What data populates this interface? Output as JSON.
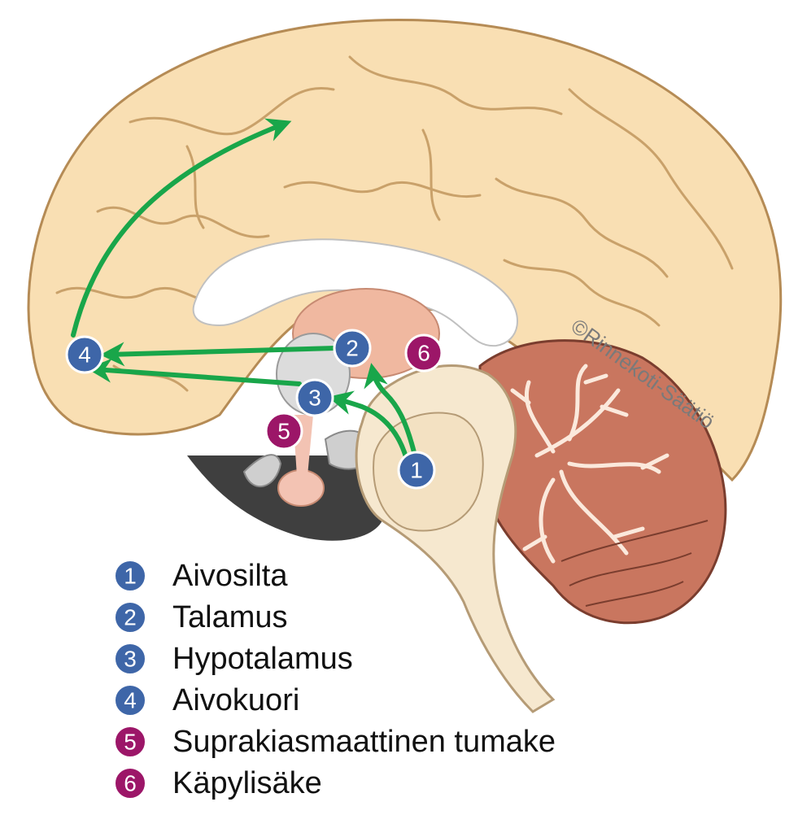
{
  "colors": {
    "blue_marker": "#3e66a8",
    "magenta_marker": "#9c1668",
    "arrow": "#19a64a",
    "cortex": "#f9dfb3",
    "cerebellum": "#c9765f"
  },
  "markers": [
    {
      "id": "1",
      "label": "1",
      "color": "blue"
    },
    {
      "id": "2",
      "label": "2",
      "color": "blue"
    },
    {
      "id": "3",
      "label": "3",
      "color": "blue"
    },
    {
      "id": "4",
      "label": "4",
      "color": "blue"
    },
    {
      "id": "5",
      "label": "5",
      "color": "magenta"
    },
    {
      "id": "6",
      "label": "6",
      "color": "magenta"
    }
  ],
  "legend": [
    {
      "num": "1",
      "text": "Aivosilta",
      "color": "blue"
    },
    {
      "num": "2",
      "text": "Talamus",
      "color": "blue"
    },
    {
      "num": "3",
      "text": "Hypotalamus",
      "color": "blue"
    },
    {
      "num": "4",
      "text": "Aivokuori",
      "color": "blue"
    },
    {
      "num": "5",
      "text": "Suprakiasmaattinen tumake",
      "color": "magenta"
    },
    {
      "num": "6",
      "text": "Käpylisäke",
      "color": "magenta"
    }
  ],
  "watermark": "©Rinnekoti-Säätiö"
}
